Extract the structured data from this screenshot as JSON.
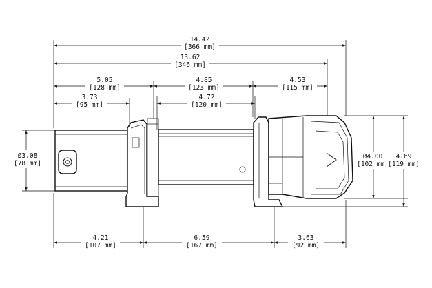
{
  "dimensions": {
    "overall_length": {
      "inch": "14.42",
      "mm": "[366 mm]"
    },
    "length_to_motor_end": {
      "inch": "13.62",
      "mm": "[346 mm]"
    },
    "motor_to_drum_start": {
      "inch": "5.05",
      "mm": "[128 mm]"
    },
    "drum_section": {
      "inch": "4.85",
      "mm": "[123 mm]"
    },
    "gearbox_section": {
      "inch": "4.53",
      "mm": "[115 mm]"
    },
    "motor_length": {
      "inch": "3.73",
      "mm": "[95 mm]"
    },
    "drum_length": {
      "inch": "4.72",
      "mm": "[120 mm]"
    },
    "motor_diameter": {
      "inch": "Ø3.08",
      "mm": "[78 mm]"
    },
    "gearbox_diameter": {
      "inch": "Ø4.00",
      "mm": "[102 mm]"
    },
    "overall_height": {
      "inch": "4.69",
      "mm": "[119 mm]"
    },
    "base_left": {
      "inch": "4.21",
      "mm": "[107 mm]"
    },
    "base_center": {
      "inch": "6.59",
      "mm": "[167 mm]"
    },
    "base_right": {
      "inch": "3.63",
      "mm": "[92 mm]"
    }
  }
}
